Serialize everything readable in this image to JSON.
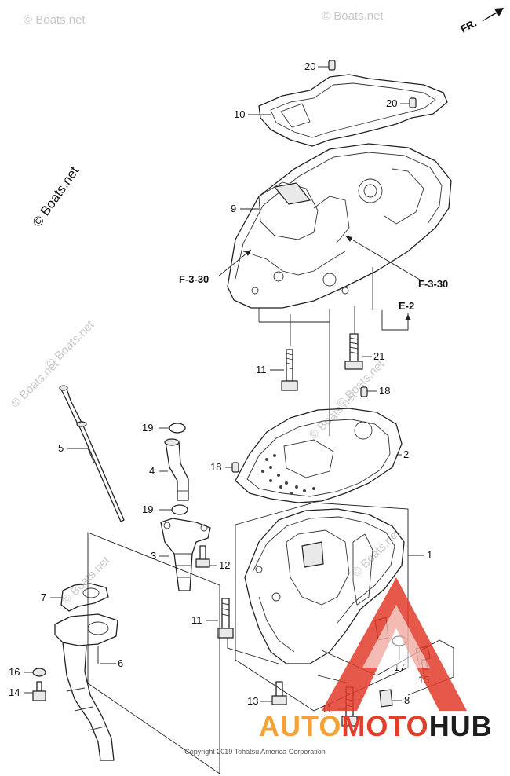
{
  "diagram": {
    "orientation_label": "FR.",
    "copyright_vertical": "© Boats.net",
    "watermark": "© Boats.net",
    "copyright": "Copyright 2019 Tohatsu America Corporation",
    "brand": {
      "part1": "AUTO",
      "part2": "MOTO",
      "part3": "HUB"
    },
    "references": {
      "left": "F-3-30",
      "right": "F-3-30",
      "down": "E-2"
    },
    "callouts": [
      "20",
      "20",
      "10",
      "9",
      "11",
      "21",
      "18",
      "18",
      "2",
      "5",
      "19",
      "19",
      "4",
      "3",
      "12",
      "1",
      "7",
      "11",
      "6",
      "16",
      "14",
      "17",
      "15",
      "13",
      "8",
      "11"
    ],
    "colors": {
      "line": "#222222",
      "brand_orange": "#f3a23a",
      "brand_red": "#e0402b",
      "triangle": "#e23b2a"
    }
  }
}
